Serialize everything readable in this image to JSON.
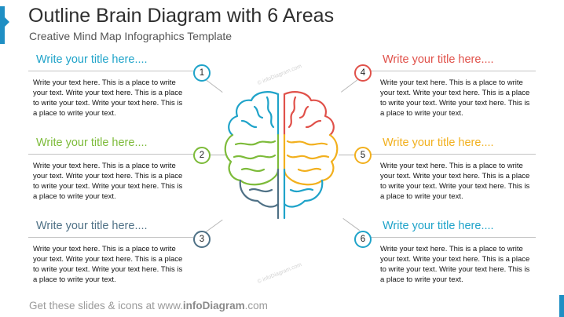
{
  "header": {
    "title": "Outline Brain Diagram with 6 Areas",
    "subtitle": "Creative Mind Map Infographics Template"
  },
  "colors": {
    "accent": "#1f8fc4",
    "area_1": "#1fa3c9",
    "area_2": "#7dbb3a",
    "area_3": "#4f7186",
    "area_4": "#e0514a",
    "area_5": "#f2b01e",
    "area_6": "#1fa3c9"
  },
  "blocks": [
    {
      "number": "1",
      "title": "Write your title here....",
      "text": "Write your text here. This is a place to write your text. Write your text here. This is a place to write your text.  Write your text here. This is a place to write your text."
    },
    {
      "number": "2",
      "title": "Write your title here....",
      "text": "Write your text here. This is a place to write your text. Write your text here. This is a place to write your text.  Write your text here. This is a place to write your text."
    },
    {
      "number": "3",
      "title": "Write your title here....",
      "text": "Write your text here. This is a place to write your text. Write your text here. This is a place to write your text.  Write your text here. This is a place to write your text."
    },
    {
      "number": "4",
      "title": "Write your title here....",
      "text": "Write your text here. This is a place to write your text. Write your text here. This is a place to write your text.  Write your text here. This is a place to write your text."
    },
    {
      "number": "5",
      "title": "Write your title here....",
      "text": "Write your text here. This is a place to write your text. Write your text here. This is a place to write your text.  Write your text here. This is a place to write your text."
    },
    {
      "number": "6",
      "title": "Write your title here....",
      "text": "Write your text here. This is a place to write your text. Write your text here. This is a place to write your text.  Write your text here. This is a place to write your text."
    }
  ],
  "watermark": "© infoDiagram.com",
  "footer": {
    "prefix": "Get these slides & icons at www.",
    "brand": "infoDiagram",
    "suffix": ".com"
  }
}
